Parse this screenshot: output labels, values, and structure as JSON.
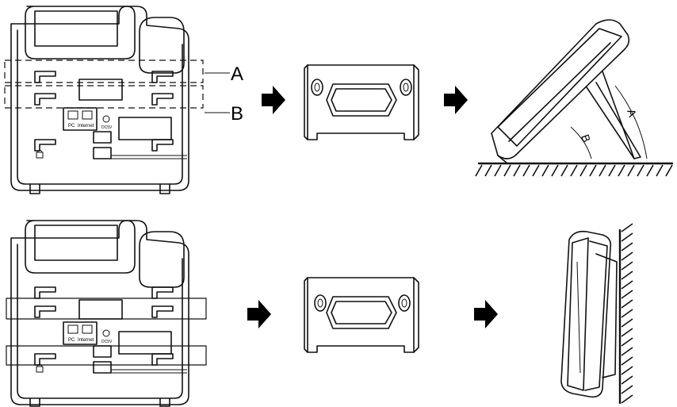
{
  "labels": {
    "callout_a": "A",
    "callout_b": "B",
    "port_pc": "PC",
    "port_internet": "Internet",
    "power_top": "DC5V",
    "angle_a": "A",
    "angle_b": "B"
  },
  "rows": [
    {
      "steps": [
        "phone-back-desk",
        "stand-bracket",
        "phone-side-desk"
      ]
    },
    {
      "steps": [
        "phone-back-wall",
        "stand-bracket",
        "phone-side-wall"
      ]
    }
  ]
}
